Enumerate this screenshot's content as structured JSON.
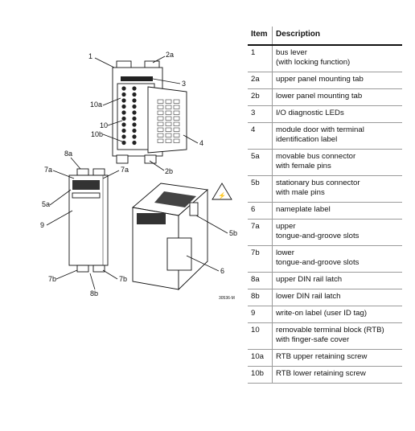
{
  "figure": {
    "callouts": {
      "c1": "1",
      "c2a": "2a",
      "c3": "3",
      "c10a": "10a",
      "c10": "10",
      "c10b": "10b",
      "c4": "4",
      "c2b": "2b",
      "c8a": "8a",
      "c7a_left": "7a",
      "c7a_right": "7a",
      "c5a": "5a",
      "c9": "9",
      "c5b": "5b",
      "c6": "6",
      "c7b_left": "7b",
      "c7b_right": "7b",
      "c8b": "8b"
    },
    "figure_id": "30536-M"
  },
  "table": {
    "headers": {
      "item": "Item",
      "description": "Description"
    },
    "rows": [
      {
        "item": "1",
        "desc": [
          "bus lever",
          "(with locking function)"
        ]
      },
      {
        "item": "2a",
        "desc": [
          "upper panel mounting tab"
        ]
      },
      {
        "item": "2b",
        "desc": [
          "lower panel mounting tab"
        ]
      },
      {
        "item": "3",
        "desc": [
          "I/O diagnostic LEDs"
        ]
      },
      {
        "item": "4",
        "desc": [
          "module door with terminal",
          "identification label"
        ]
      },
      {
        "item": "5a",
        "desc": [
          "movable bus connector",
          "with female pins"
        ]
      },
      {
        "item": "5b",
        "desc": [
          "stationary bus connector",
          "with male pins"
        ]
      },
      {
        "item": "6",
        "desc": [
          "nameplate label"
        ]
      },
      {
        "item": "7a",
        "desc": [
          "upper",
          "tongue-and-groove slots"
        ]
      },
      {
        "item": "7b",
        "desc": [
          "lower",
          "tongue-and-groove slots"
        ]
      },
      {
        "item": "8a",
        "desc": [
          "upper DIN rail latch"
        ]
      },
      {
        "item": "8b",
        "desc": [
          "lower DIN rail latch"
        ]
      },
      {
        "item": "9",
        "desc": [
          "write-on label (user ID tag)"
        ]
      },
      {
        "item": "10",
        "desc": [
          "removable terminal block (RTB)",
          "with finger-safe cover"
        ]
      },
      {
        "item": "10a",
        "desc": [
          "RTB upper retaining screw"
        ]
      },
      {
        "item": "10b",
        "desc": [
          "RTB lower retaining screw"
        ]
      }
    ]
  }
}
